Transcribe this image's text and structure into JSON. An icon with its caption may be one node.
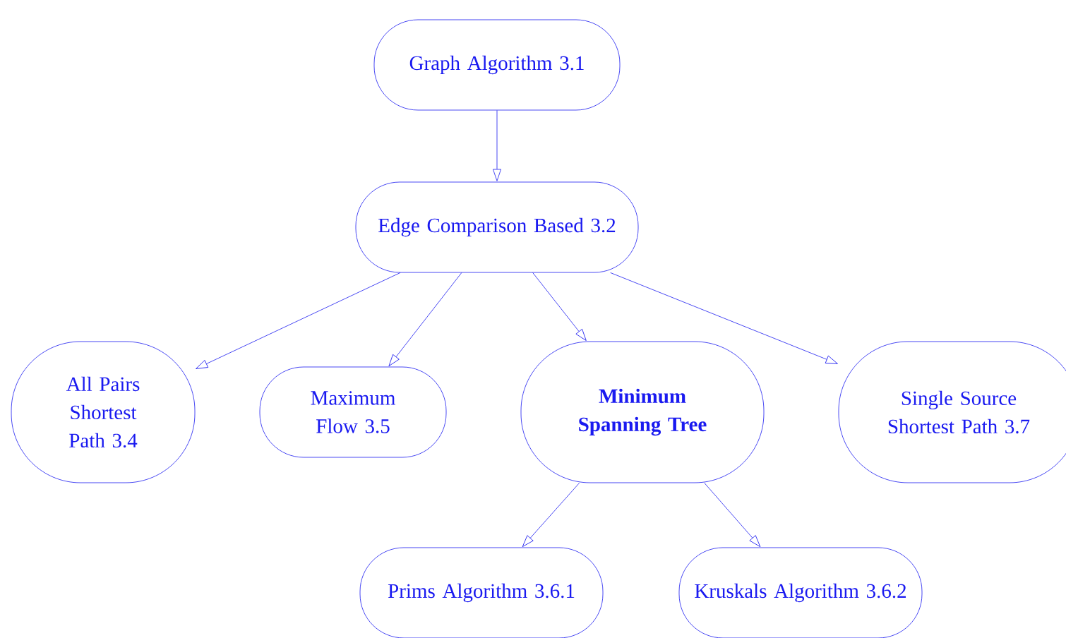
{
  "diagram": {
    "nodes": [
      {
        "text": [
          "Graph Algorithm 3.1"
        ]
      },
      {
        "text": [
          "Edge Comparison Based 3.2"
        ]
      },
      {
        "text": [
          "All Pairs Shortest Path 3.4"
        ]
      },
      {
        "text": [
          "Maximum Flow 3.5"
        ]
      },
      {
        "text": [
          "Minimum Spanning Tree"
        ]
      },
      {
        "text": [
          "Single Source Shortest Path 3.7"
        ]
      },
      {
        "text": [
          "Prims Algorithm 3.6.1"
        ]
      },
      {
        "text": [
          "Kruskals Algorithm 3.6.2"
        ]
      }
    ],
    "edges": [
      {
        "from": 0,
        "to": 1,
        "arrow": "to"
      },
      {
        "from": 1,
        "to": 2,
        "arrow": "to"
      },
      {
        "from": 1,
        "to": 3,
        "arrow": "to"
      },
      {
        "from": 1,
        "to": 4,
        "arrow": "to"
      },
      {
        "from": 1,
        "to": 5,
        "arrow": "to"
      },
      {
        "from": 4,
        "to": 6,
        "arrow": "to"
      },
      {
        "from": 4,
        "to": 7,
        "arrow": "to"
      }
    ]
  }
}
